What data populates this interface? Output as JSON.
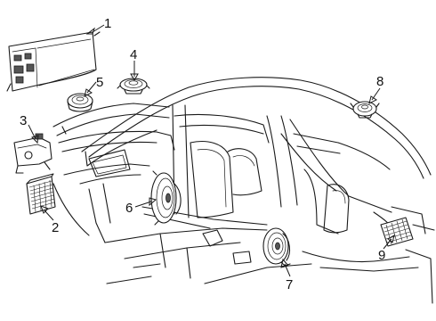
{
  "callouts": [
    {
      "id": "1",
      "label": "1",
      "part": "amplifier-housing"
    },
    {
      "id": "2",
      "label": "2",
      "part": "amplifier-module"
    },
    {
      "id": "3",
      "label": "3",
      "part": "mounting-bracket"
    },
    {
      "id": "4",
      "label": "4",
      "part": "tweeter-speaker"
    },
    {
      "id": "5",
      "label": "5",
      "part": "center-speaker"
    },
    {
      "id": "6",
      "label": "6",
      "part": "front-door-speaker"
    },
    {
      "id": "7",
      "label": "7",
      "part": "rear-door-speaker"
    },
    {
      "id": "8",
      "label": "8",
      "part": "rear-tweeter"
    },
    {
      "id": "9",
      "label": "9",
      "part": "subwoofer-grille"
    }
  ],
  "colors": {
    "line": "#1a1a1a",
    "background": "#ffffff",
    "fill_dark": "#555555"
  }
}
